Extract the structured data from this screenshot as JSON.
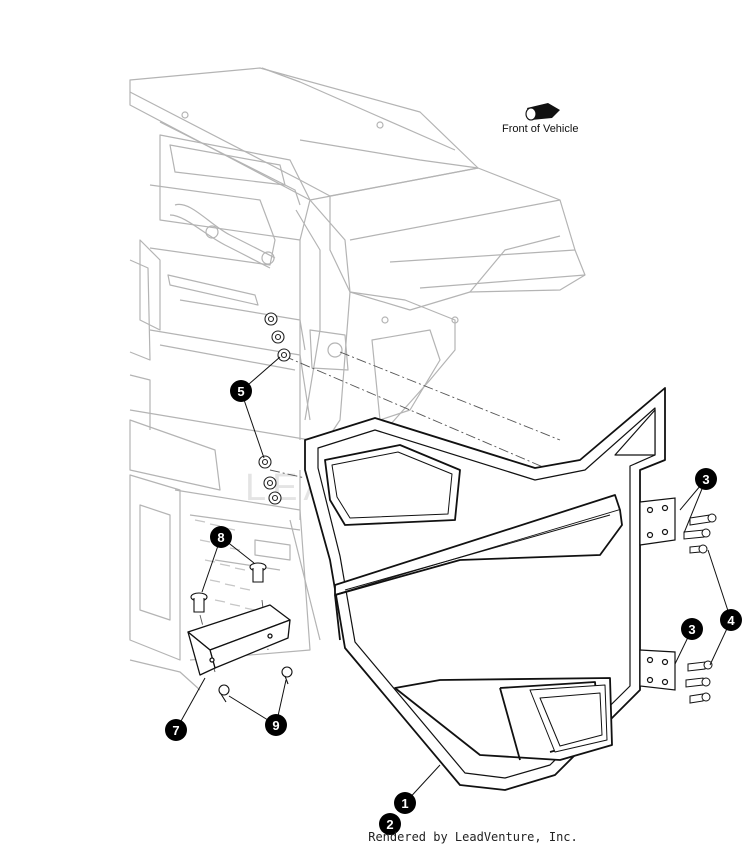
{
  "front_label": "Front of Vehicle",
  "watermark": "LEADVENTURE",
  "footer": "Rendered by LeadVenture, Inc.",
  "callouts": [
    {
      "id": "c1",
      "label": "1"
    },
    {
      "id": "c2",
      "label": "2"
    },
    {
      "id": "c3a",
      "label": "3"
    },
    {
      "id": "c3b",
      "label": "3"
    },
    {
      "id": "c4",
      "label": "4"
    },
    {
      "id": "c5",
      "label": "5"
    },
    {
      "id": "c7",
      "label": "7"
    },
    {
      "id": "c8",
      "label": "8"
    },
    {
      "id": "c9",
      "label": "9"
    }
  ]
}
